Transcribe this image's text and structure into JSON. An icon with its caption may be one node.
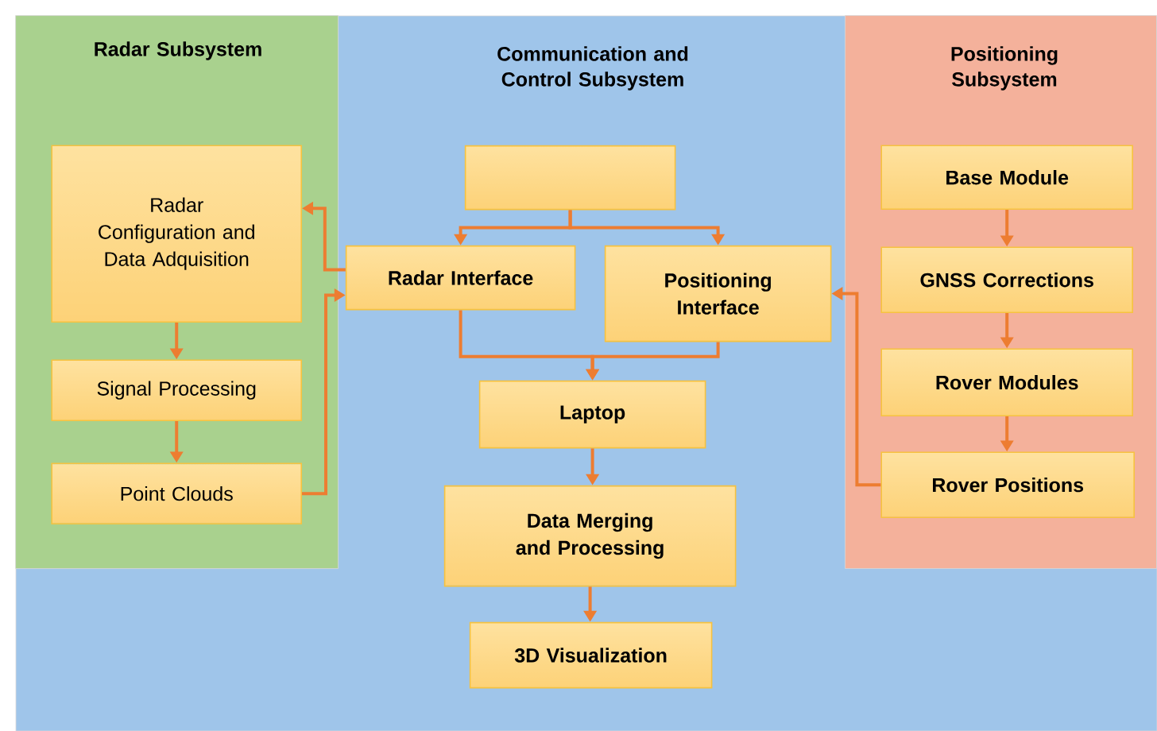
{
  "diagram": {
    "nodes": [
      {
        "text": [
          "Communication and Control Subsystem"
        ]
      },
      {
        "text": [
          "Radar Subsystem"
        ],
        "in": 0
      },
      {
        "text": [
          "Radar Configuration and Data Adquisition"
        ],
        "in": 1
      },
      {
        "text": [
          "Signal Processing"
        ],
        "in": 1
      },
      {
        "text": [
          "Point Clouds"
        ],
        "in": 1
      },
      {
        "text": [],
        "shape": "box",
        "in": 0
      },
      {
        "text": [
          "Radar Interface"
        ],
        "in": 0
      },
      {
        "text": [
          "Positioning Interface"
        ],
        "in": 0
      },
      {
        "text": [
          "Laptop"
        ],
        "in": 0
      },
      {
        "text": [
          "Data Merging and Processing"
        ],
        "in": 0
      },
      {
        "text": [
          "3D Visualization"
        ],
        "in": 0
      },
      {
        "text": [
          "Positioning Subsystem"
        ],
        "in": 0
      },
      {
        "text": [
          "Base Module"
        ],
        "in": 11
      },
      {
        "text": [
          "GNSS Corrections"
        ],
        "in": 11
      },
      {
        "text": [
          "Rover Modules"
        ],
        "in": 11
      },
      {
        "text": [
          "Rover Positions"
        ],
        "in": 11
      }
    ],
    "edges": [
      {
        "from": 5,
        "to": 6,
        "arrow": "to"
      },
      {
        "from": 5,
        "to": 7,
        "arrow": "to"
      },
      {
        "from": 6,
        "to": 2,
        "arrow": "to"
      },
      {
        "from": 4,
        "to": 6,
        "arrow": "to"
      },
      {
        "from": 6,
        "to": 8,
        "arrow": "to"
      },
      {
        "from": 7,
        "to": 8,
        "arrow": "to"
      },
      {
        "from": 8,
        "to": 9,
        "arrow": "to"
      },
      {
        "from": 9,
        "to": 10,
        "arrow": "to"
      },
      {
        "from": 2,
        "to": 3,
        "arrow": "to"
      },
      {
        "from": 3,
        "to": 4,
        "arrow": "to"
      },
      {
        "from": 12,
        "to": 13,
        "arrow": "to"
      },
      {
        "from": 13,
        "to": 14,
        "arrow": "to"
      },
      {
        "from": 14,
        "to": 15,
        "arrow": "to"
      },
      {
        "from": 15,
        "to": 7,
        "arrow": "to"
      }
    ]
  }
}
